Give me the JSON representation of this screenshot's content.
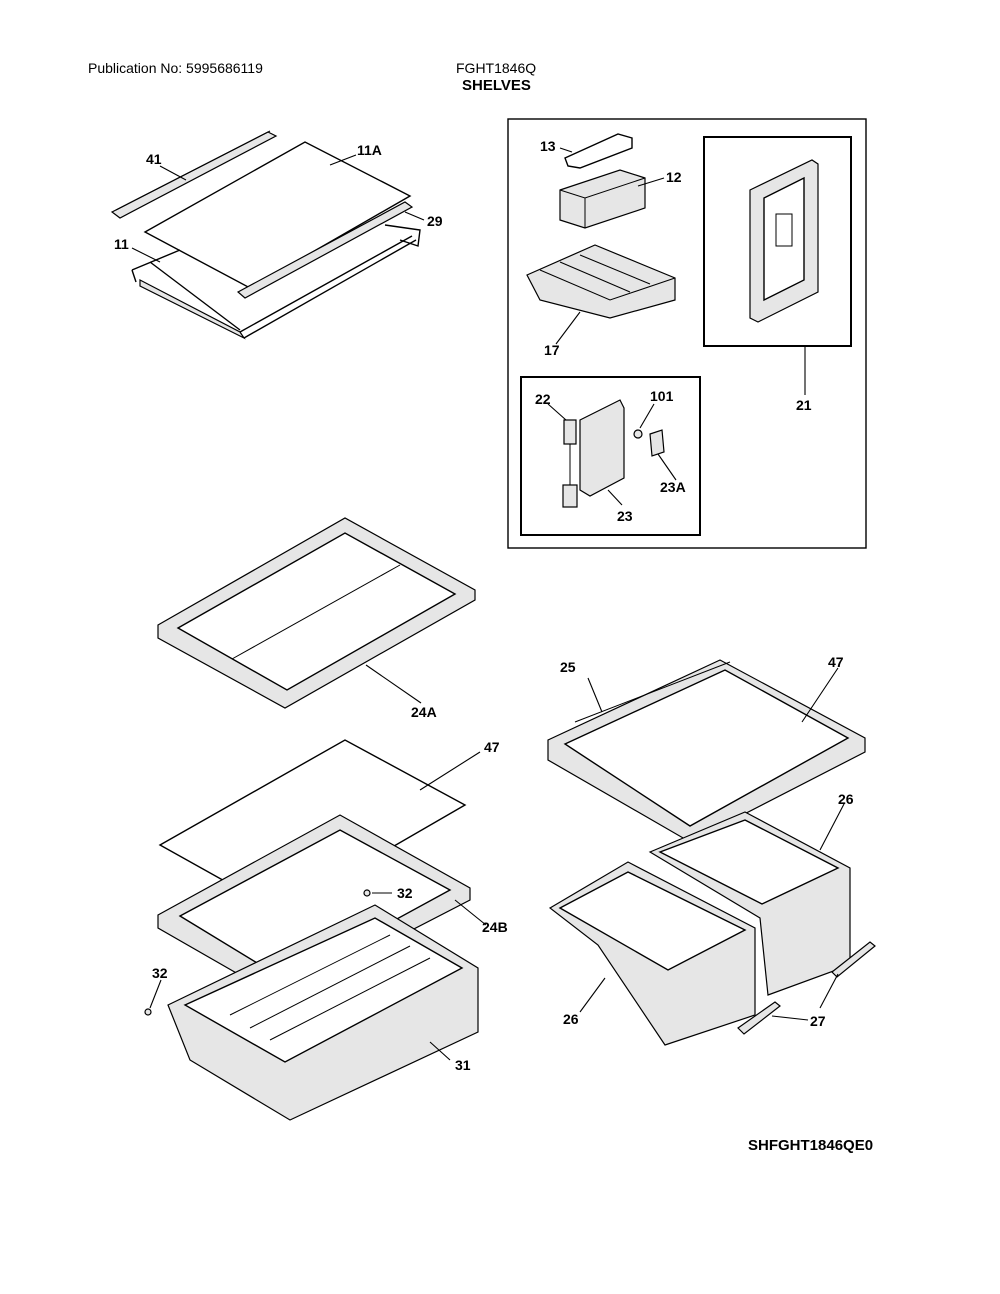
{
  "header": {
    "publication": "Publication No: 5995686119",
    "model": "FGHT1846Q",
    "section": "SHELVES"
  },
  "footer": {
    "code": "SHFGHT1846QE0"
  },
  "labels": {
    "p41": "41",
    "p11A": "11A",
    "p29": "29",
    "p11": "11",
    "p13": "13",
    "p12": "12",
    "p17": "17",
    "p21": "21",
    "p22": "22",
    "p101": "101",
    "p23A": "23A",
    "p23": "23",
    "p24A": "24A",
    "p47a": "47",
    "p32a": "32",
    "p24B": "24B",
    "p32b": "32",
    "p31": "31",
    "p25": "25",
    "p47b": "47",
    "p26a": "26",
    "p26b": "26",
    "p27": "27"
  }
}
